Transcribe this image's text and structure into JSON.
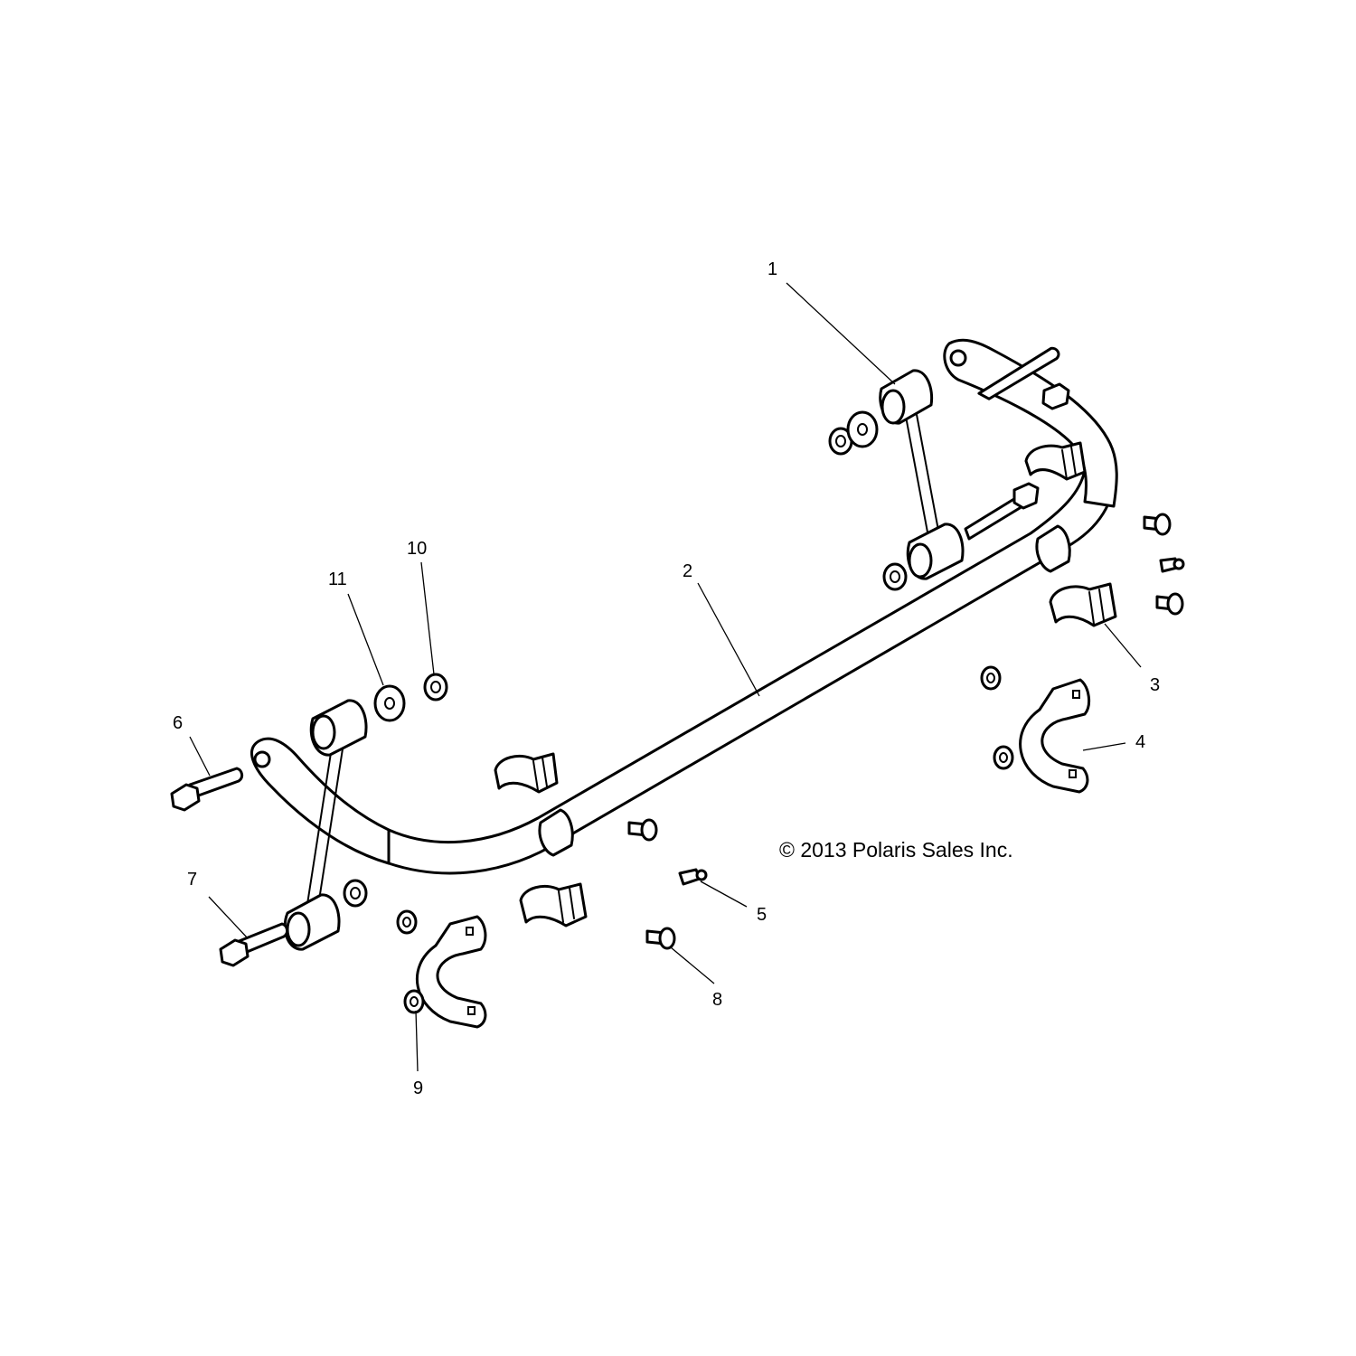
{
  "diagram": {
    "copyright": "© 2013 Polaris Sales Inc.",
    "callouts": [
      {
        "id": "c1",
        "label": "1",
        "part": "stabilizer-link"
      },
      {
        "id": "c2",
        "label": "2",
        "part": "stabilizer-bar"
      },
      {
        "id": "c3",
        "label": "3",
        "part": "bar-bushing"
      },
      {
        "id": "c4",
        "label": "4",
        "part": "bushing-bracket"
      },
      {
        "id": "c5",
        "label": "5",
        "part": "grease-fitting"
      },
      {
        "id": "c6",
        "label": "6",
        "part": "link-bolt-upper"
      },
      {
        "id": "c7",
        "label": "7",
        "part": "link-bolt-lower"
      },
      {
        "id": "c8",
        "label": "8",
        "part": "bracket-bolt"
      },
      {
        "id": "c9",
        "label": "9",
        "part": "bracket-nut"
      },
      {
        "id": "c10",
        "label": "10",
        "part": "link-nut"
      },
      {
        "id": "c11",
        "label": "11",
        "part": "washer"
      }
    ]
  }
}
